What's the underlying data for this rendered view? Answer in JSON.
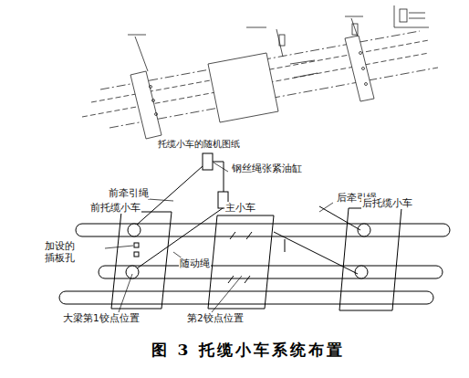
{
  "diagram": {
    "caption": "图 3 托缆小车系统布置",
    "labels": [
      "托缆小车的随机图纸",
      "钢丝绳张紧油缸",
      "前牵引绳",
      "前托缆小车",
      "主小车",
      "后牵引绳",
      "后托缆小车",
      "加设的插板孔",
      "随动绳",
      "大梁第1铰点位置",
      "第2铰点位置"
    ]
  }
}
